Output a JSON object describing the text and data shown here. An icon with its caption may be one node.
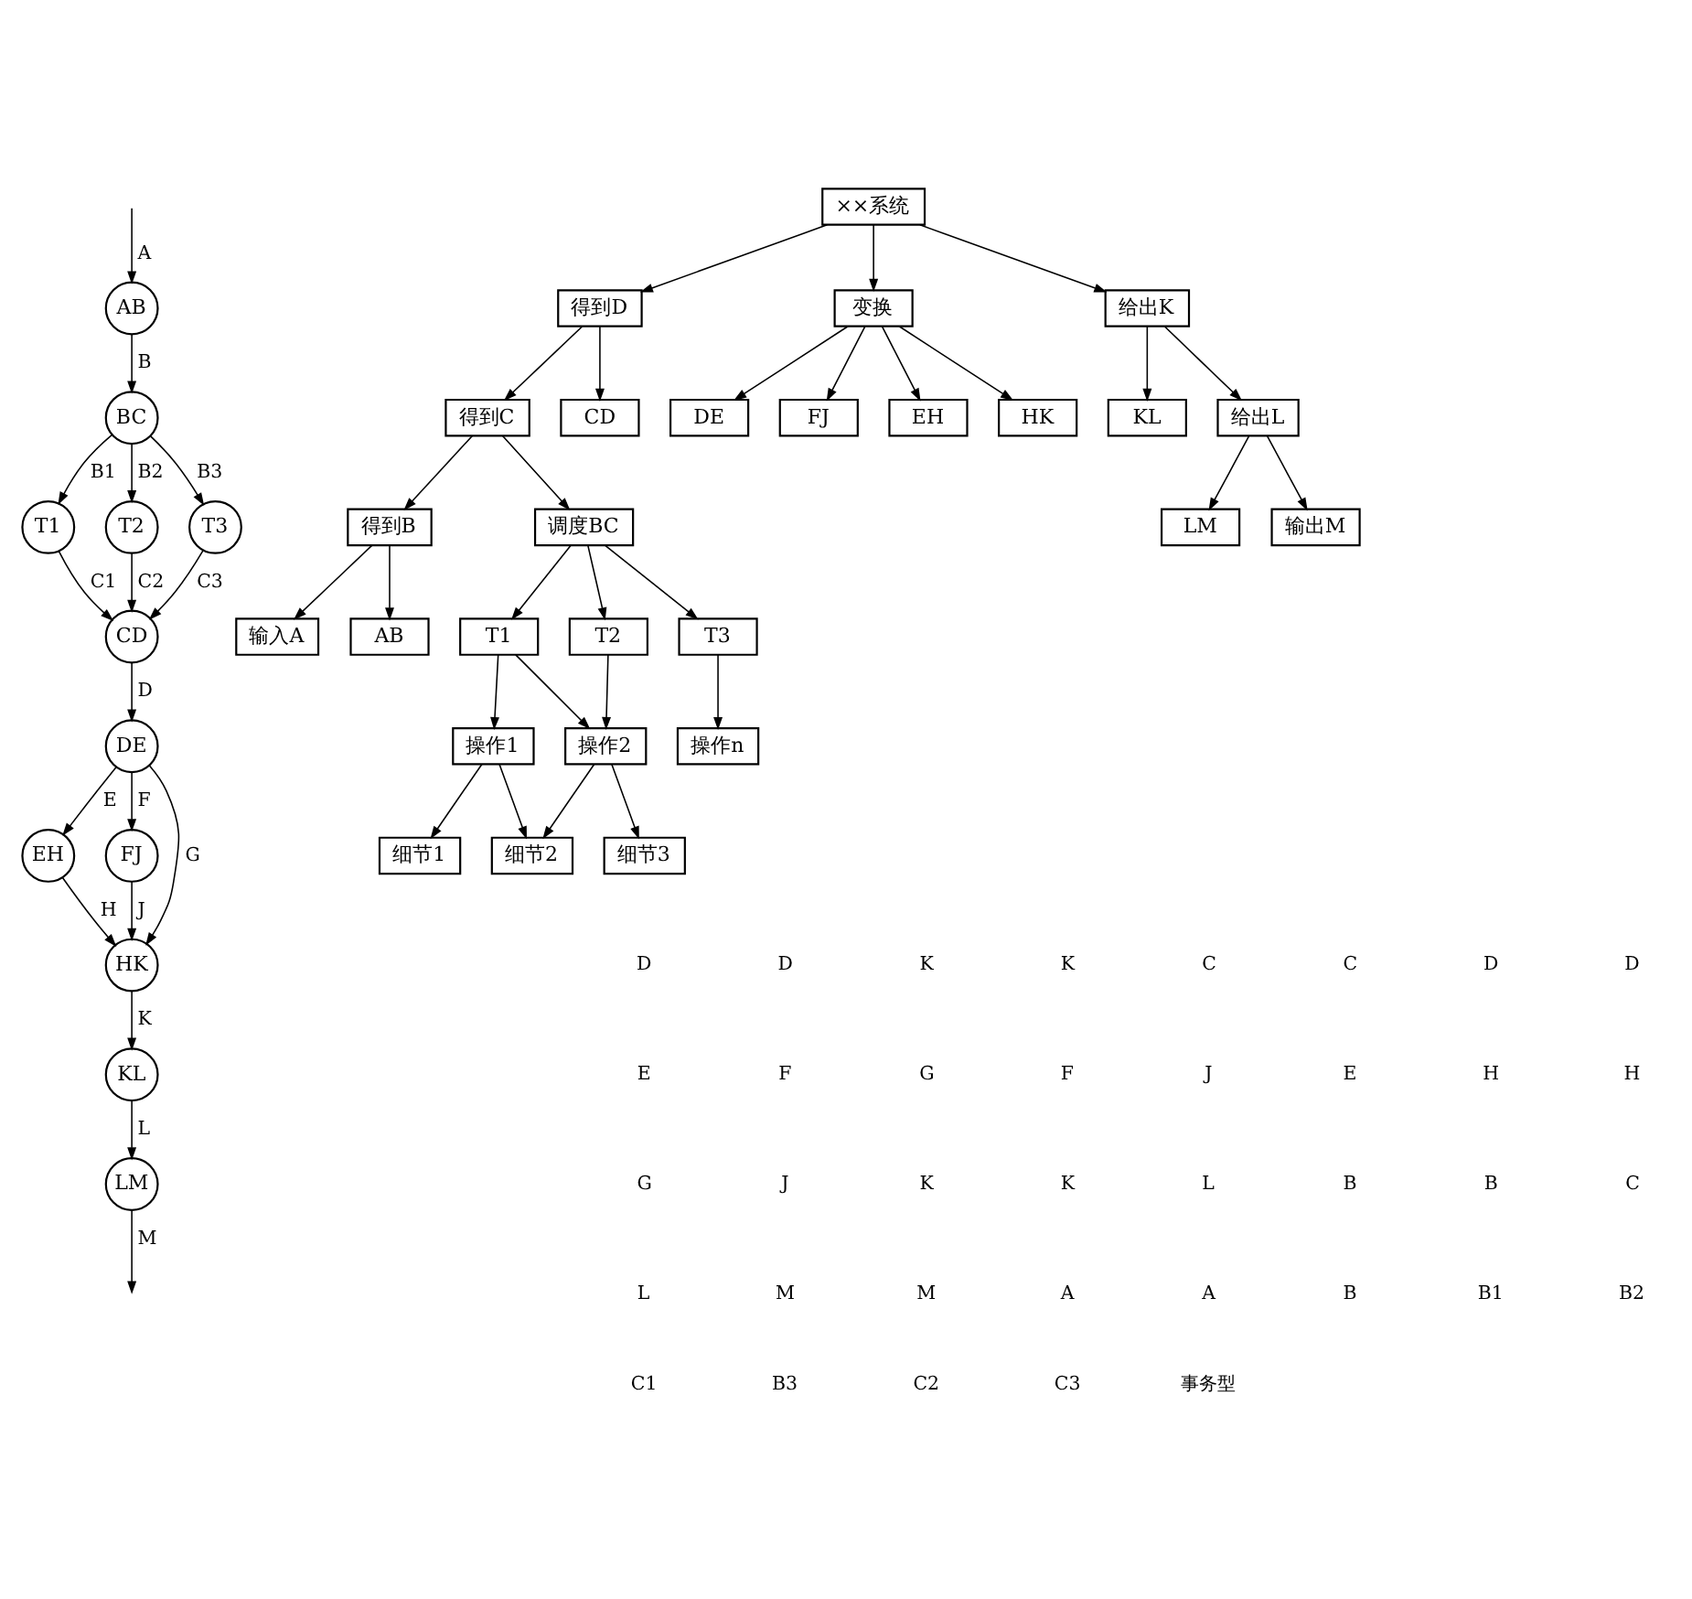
{
  "diagram": {
    "nodes": [
      {
        "text": [
          "AB"
        ]
      },
      {
        "text": [
          "BC"
        ]
      },
      {
        "text": [
          "T1"
        ]
      },
      {
        "text": [
          "T2"
        ]
      },
      {
        "text": [
          "T3"
        ]
      },
      {
        "text": [
          "CD"
        ]
      },
      {
        "text": [
          "DE"
        ]
      },
      {
        "text": [
          "EH"
        ]
      },
      {
        "text": [
          "FJ"
        ]
      },
      {
        "text": [
          "HK"
        ]
      },
      {
        "text": [
          "KL"
        ]
      },
      {
        "text": [
          "LM"
        ]
      },
      {
        "text": [
          "××系统"
        ]
      },
      {
        "text": [
          "得到D"
        ]
      },
      {
        "text": [
          "变换"
        ]
      },
      {
        "text": [
          "给出K"
        ]
      },
      {
        "text": [
          "得到C"
        ]
      },
      {
        "text": [
          "CD"
        ]
      },
      {
        "text": [
          "DE"
        ]
      },
      {
        "text": [
          "FJ"
        ]
      },
      {
        "text": [
          "EH"
        ]
      },
      {
        "text": [
          "HK"
        ]
      },
      {
        "text": [
          "KL"
        ]
      },
      {
        "text": [
          "给出L"
        ]
      },
      {
        "text": [
          "得到B"
        ]
      },
      {
        "text": [
          "调度BC"
        ]
      },
      {
        "text": [
          "LM"
        ]
      },
      {
        "text": [
          "输出M"
        ]
      },
      {
        "text": [
          "输入A"
        ]
      },
      {
        "text": [
          "AB"
        ]
      },
      {
        "text": [
          "T1"
        ]
      },
      {
        "text": [
          "T2"
        ]
      },
      {
        "text": [
          "T3"
        ]
      },
      {
        "text": [
          "操作1"
        ]
      },
      {
        "text": [
          "操作2"
        ]
      },
      {
        "text": [
          "操作n"
        ]
      },
      {
        "text": [
          "细节1"
        ]
      },
      {
        "text": [
          "细节2"
        ]
      },
      {
        "text": [
          "细节3"
        ]
      }
    ],
    "edges": [
      {
        "from": null,
        "to": 0,
        "arrow": "to",
        "label": "A"
      },
      {
        "from": 0,
        "to": 1,
        "arrow": "to",
        "label": "B"
      },
      {
        "from": 1,
        "to": 2,
        "arrow": "to",
        "label": "B1"
      },
      {
        "from": 1,
        "to": 3,
        "arrow": "to",
        "label": "B2"
      },
      {
        "from": 1,
        "to": 4,
        "arrow": "to",
        "label": "B3"
      },
      {
        "from": 2,
        "to": 5,
        "arrow": "to",
        "label": "C1"
      },
      {
        "from": 3,
        "to": 5,
        "arrow": "to",
        "label": "C2"
      },
      {
        "from": 4,
        "to": 5,
        "arrow": "to",
        "label": "C3"
      },
      {
        "from": 5,
        "to": 6,
        "arrow": "to",
        "label": "D"
      },
      {
        "from": 6,
        "to": 7,
        "arrow": "to",
        "label": "E"
      },
      {
        "from": 6,
        "to": 9,
        "arrow": "to",
        "label": "G"
      },
      {
        "from": 6,
        "to": 8,
        "arrow": "to",
        "label": "F"
      },
      {
        "from": 7,
        "to": 9,
        "arrow": "to",
        "label": "H"
      },
      {
        "from": 8,
        "to": 9,
        "arrow": "to",
        "label": "J"
      },
      {
        "from": 9,
        "to": 10,
        "arrow": "to",
        "label": "K"
      },
      {
        "from": 10,
        "to": 11,
        "arrow": "to",
        "label": "L"
      },
      {
        "from": 11,
        "to": null,
        "arrow": "to",
        "label": "M"
      },
      {
        "from": 12,
        "to": 13,
        "arrow": "to"
      },
      {
        "from": 12,
        "to": 14,
        "arrow": "to"
      },
      {
        "from": 12,
        "to": 15,
        "arrow": "to"
      },
      {
        "from": 13,
        "to": 16,
        "arrow": "to"
      },
      {
        "from": 13,
        "to": 17,
        "arrow": "to"
      },
      {
        "from": 14,
        "to": 18,
        "arrow": "to"
      },
      {
        "from": 14,
        "to": 19,
        "arrow": "to"
      },
      {
        "from": 14,
        "to": 20,
        "arrow": "to"
      },
      {
        "from": 14,
        "to": 21,
        "arrow": "to"
      },
      {
        "from": 15,
        "to": 22,
        "arrow": "to"
      },
      {
        "from": 15,
        "to": 23,
        "arrow": "to"
      },
      {
        "from": 16,
        "to": 24,
        "arrow": "to"
      },
      {
        "from": 16,
        "to": 25,
        "arrow": "to"
      },
      {
        "from": 23,
        "to": 26,
        "arrow": "to"
      },
      {
        "from": 23,
        "to": 27,
        "arrow": "to"
      },
      {
        "from": 24,
        "to": 28,
        "arrow": "to"
      },
      {
        "from": 24,
        "to": 29,
        "arrow": "to"
      },
      {
        "from": 25,
        "to": 30,
        "arrow": "to"
      },
      {
        "from": 25,
        "to": 31,
        "arrow": "to"
      },
      {
        "from": 25,
        "to": 32,
        "arrow": "to"
      },
      {
        "from": 30,
        "to": 33,
        "arrow": "to"
      },
      {
        "from": 30,
        "to": 34,
        "arrow": "to"
      },
      {
        "from": 31,
        "to": 34,
        "arrow": "to"
      },
      {
        "from": 32,
        "to": 35,
        "arrow": "to"
      },
      {
        "from": 33,
        "to": 36,
        "arrow": "to"
      },
      {
        "from": 33,
        "to": 37,
        "arrow": "to"
      },
      {
        "from": 34,
        "to": 37,
        "arrow": "to"
      },
      {
        "from": 34,
        "to": 38,
        "arrow": "to"
      }
    ],
    "labels": [
      "D",
      "D",
      "K",
      "K",
      "C",
      "C",
      "D",
      "D",
      "E",
      "F",
      "G",
      "F",
      "J",
      "E",
      "H",
      "H",
      "G",
      "J",
      "K",
      "K",
      "L",
      "B",
      "B",
      "C",
      "L",
      "M",
      "M",
      "A",
      "A",
      "B",
      "B1",
      "B2",
      "C1",
      "B3",
      "C2",
      "C3",
      "事务型"
    ]
  }
}
